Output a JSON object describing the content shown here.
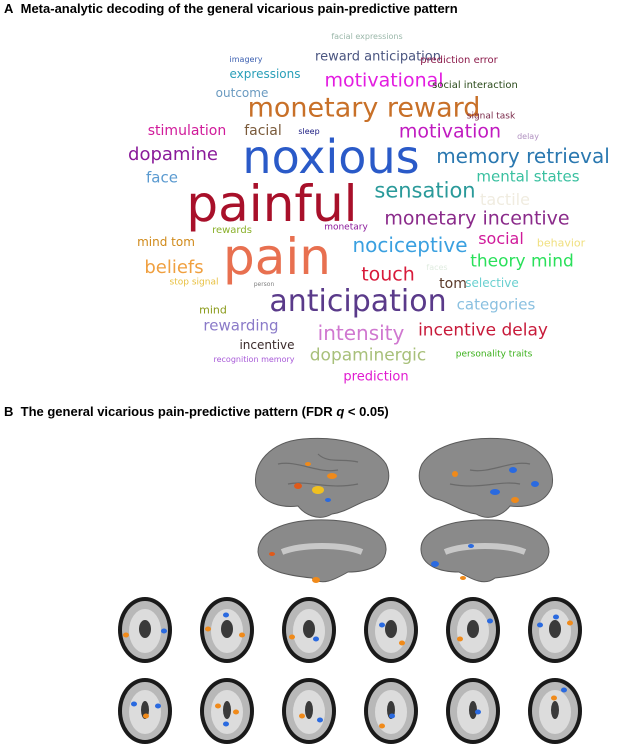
{
  "panel_a": {
    "label": "A",
    "title": "Meta-analytic decoding of the general vicarious pain-predictive pattern",
    "words": [
      {
        "text": "facial expressions",
        "color": "#9ab7a9"
      },
      {
        "text": "imagery",
        "color": "#3b5fb0"
      },
      {
        "text": "reward anticipation",
        "color": "#4a5580"
      },
      {
        "text": "prediction error",
        "color": "#8b1a4a"
      },
      {
        "text": "expressions",
        "color": "#2a9fb8"
      },
      {
        "text": "motivational",
        "color": "#e31ce0"
      },
      {
        "text": "social interaction",
        "color": "#2a4a1a"
      },
      {
        "text": "outcome",
        "color": "#6a9ac0"
      },
      {
        "text": "monetary reward",
        "color": "#c87028"
      },
      {
        "text": "signal task",
        "color": "#7a2a4a"
      },
      {
        "text": "stimulation",
        "color": "#d01a9a"
      },
      {
        "text": "facial",
        "color": "#7a5a3a"
      },
      {
        "text": "sleep",
        "color": "#1a1a80"
      },
      {
        "text": "motivation",
        "color": "#c01ac0"
      },
      {
        "text": "delay",
        "color": "#b090c0"
      },
      {
        "text": "noxious",
        "color": "#2a5ac8"
      },
      {
        "text": "dopamine",
        "color": "#8a1a9a"
      },
      {
        "text": "memory retrieval",
        "color": "#2a78b0"
      },
      {
        "text": "face",
        "color": "#5a9ad0"
      },
      {
        "text": "mental states",
        "color": "#3ac0a0"
      },
      {
        "text": "painful",
        "color": "#a8102a"
      },
      {
        "text": "sensation",
        "color": "#2a9a9a"
      },
      {
        "text": "tactile",
        "color": "#f0ece0"
      },
      {
        "text": "monetary incentive",
        "color": "#8a2a8a"
      },
      {
        "text": "rewards",
        "color": "#8ab02a"
      },
      {
        "text": "monetary",
        "color": "#8a1a9a"
      },
      {
        "text": "social",
        "color": "#d01a9a"
      },
      {
        "text": "mind tom",
        "color": "#d08a1a"
      },
      {
        "text": "pain",
        "color": "#e87050"
      },
      {
        "text": "nociceptive",
        "color": "#3aa0e0"
      },
      {
        "text": "behavior",
        "color": "#f0e080"
      },
      {
        "text": "beliefs",
        "color": "#f0a040"
      },
      {
        "text": "theory mind",
        "color": "#2ae05a"
      },
      {
        "text": "faces",
        "color": "#e0ece0"
      },
      {
        "text": "touch",
        "color": "#d81a3a"
      },
      {
        "text": "stop signal",
        "color": "#e8c040"
      },
      {
        "text": "person",
        "color": "#808080"
      },
      {
        "text": "tom",
        "color": "#5a3a2a"
      },
      {
        "text": "selective",
        "color": "#6ad0d0"
      },
      {
        "text": "anticipation",
        "color": "#5a3a8a"
      },
      {
        "text": "categories",
        "color": "#8ac0e0"
      },
      {
        "text": "mind",
        "color": "#8a9a1a"
      },
      {
        "text": "rewarding",
        "color": "#8a7ac8"
      },
      {
        "text": "intensity",
        "color": "#d078d0"
      },
      {
        "text": "incentive delay",
        "color": "#c81a3a"
      },
      {
        "text": "incentive",
        "color": "#3a2a2a"
      },
      {
        "text": "dopaminergic",
        "color": "#a8c07a"
      },
      {
        "text": "recognition memory",
        "color": "#a85ad8"
      },
      {
        "text": "personality traits",
        "color": "#3ab01a"
      },
      {
        "text": "prediction",
        "color": "#e01ad0"
      }
    ]
  },
  "panel_b": {
    "label": "B",
    "title_prefix": "The general vicarious pain-predictive pattern (FDR ",
    "title_q": "q",
    "title_suffix": " < 0.05)"
  },
  "colors": {
    "positive": "#f08a1a",
    "negative": "#2a6ae0",
    "cortex": "#8a8a8a",
    "slice_bg": "#1a1a1a"
  }
}
